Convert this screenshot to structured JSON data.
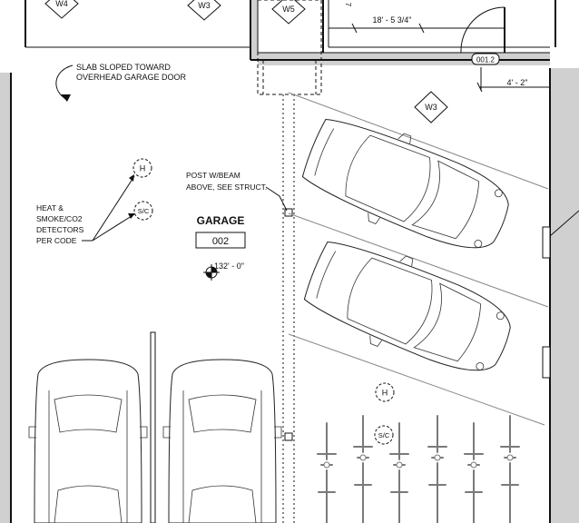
{
  "room": {
    "name": "GARAGE",
    "number": "002"
  },
  "elevation": "132' - 0\"",
  "notes": {
    "slab": [
      "SLAB SLOPED TOWARD",
      "OVERHEAD GARAGE DOOR"
    ],
    "post": [
      "POST W/BEAM",
      "ABOVE, SEE STRUCT."
    ],
    "detectors": [
      "HEAT &",
      "SMOKE/CO2",
      "DETECTORS",
      "PER CODE"
    ]
  },
  "dimensions": {
    "top": "18' - 5 3/4\"",
    "side": "4' - 2\"",
    "partial": "7"
  },
  "door_tag": "001.2",
  "wall_tags": [
    "W4",
    "W3",
    "W5",
    "W3"
  ],
  "device_tags": {
    "heat": "H",
    "smoke": "S/C"
  },
  "bikes_count": 6
}
